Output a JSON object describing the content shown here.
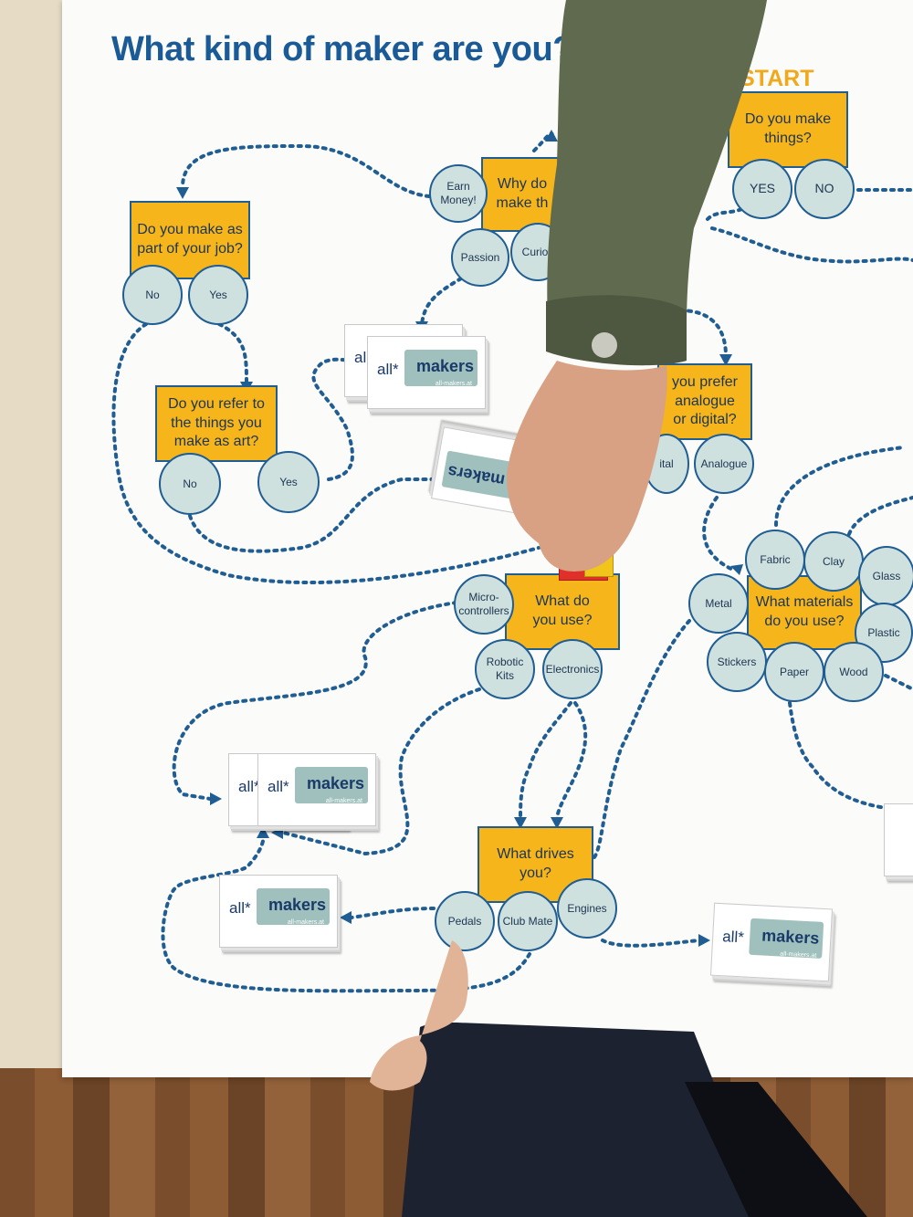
{
  "poster": {
    "title": "What kind of maker are you?",
    "start_label": "START"
  },
  "questions": {
    "make_things": "Do you make\nthings?",
    "why": "Why do\nmake th",
    "job": "Do you make as\npart of your job?",
    "art": "Do you refer to\nthe things you\nmake as art?",
    "analogue": "you prefer\nanalogue\nor digital?",
    "use": "What do\nyou use?",
    "materials": "What materials\ndo you use?",
    "drives": "What drives\nyou?"
  },
  "answers": {
    "yes_start": "YES",
    "no_start": "NO",
    "earn_money": "Earn\nMoney!",
    "passion": "Passion",
    "curious": "Curios",
    "job_no": "No",
    "job_yes": "Yes",
    "art_no": "No",
    "art_yes": "Yes",
    "digital": "ital",
    "analogue": "Analogue",
    "microcontrollers": "Micro-\ncontrollers",
    "robotic_kits": "Robotic\nKits",
    "electronics": "Electronics",
    "metal": "Metal",
    "fabric": "Fabric",
    "clay": "Clay",
    "glass": "Glass",
    "plastic": "Plastic",
    "stickers": "Stickers",
    "paper": "Paper",
    "wood": "Wood",
    "pedals": "Pedals",
    "club_mate": "Club Mate",
    "engines": "Engines"
  },
  "cards": {
    "all": "all*",
    "makers": "makers",
    "url": "all-makers.at"
  },
  "colors": {
    "question_box": "#f6b51a",
    "answer_circle": "#cfe1df",
    "line": "#1f5d93",
    "title": "#1a5a96",
    "start": "#f0a91c"
  }
}
